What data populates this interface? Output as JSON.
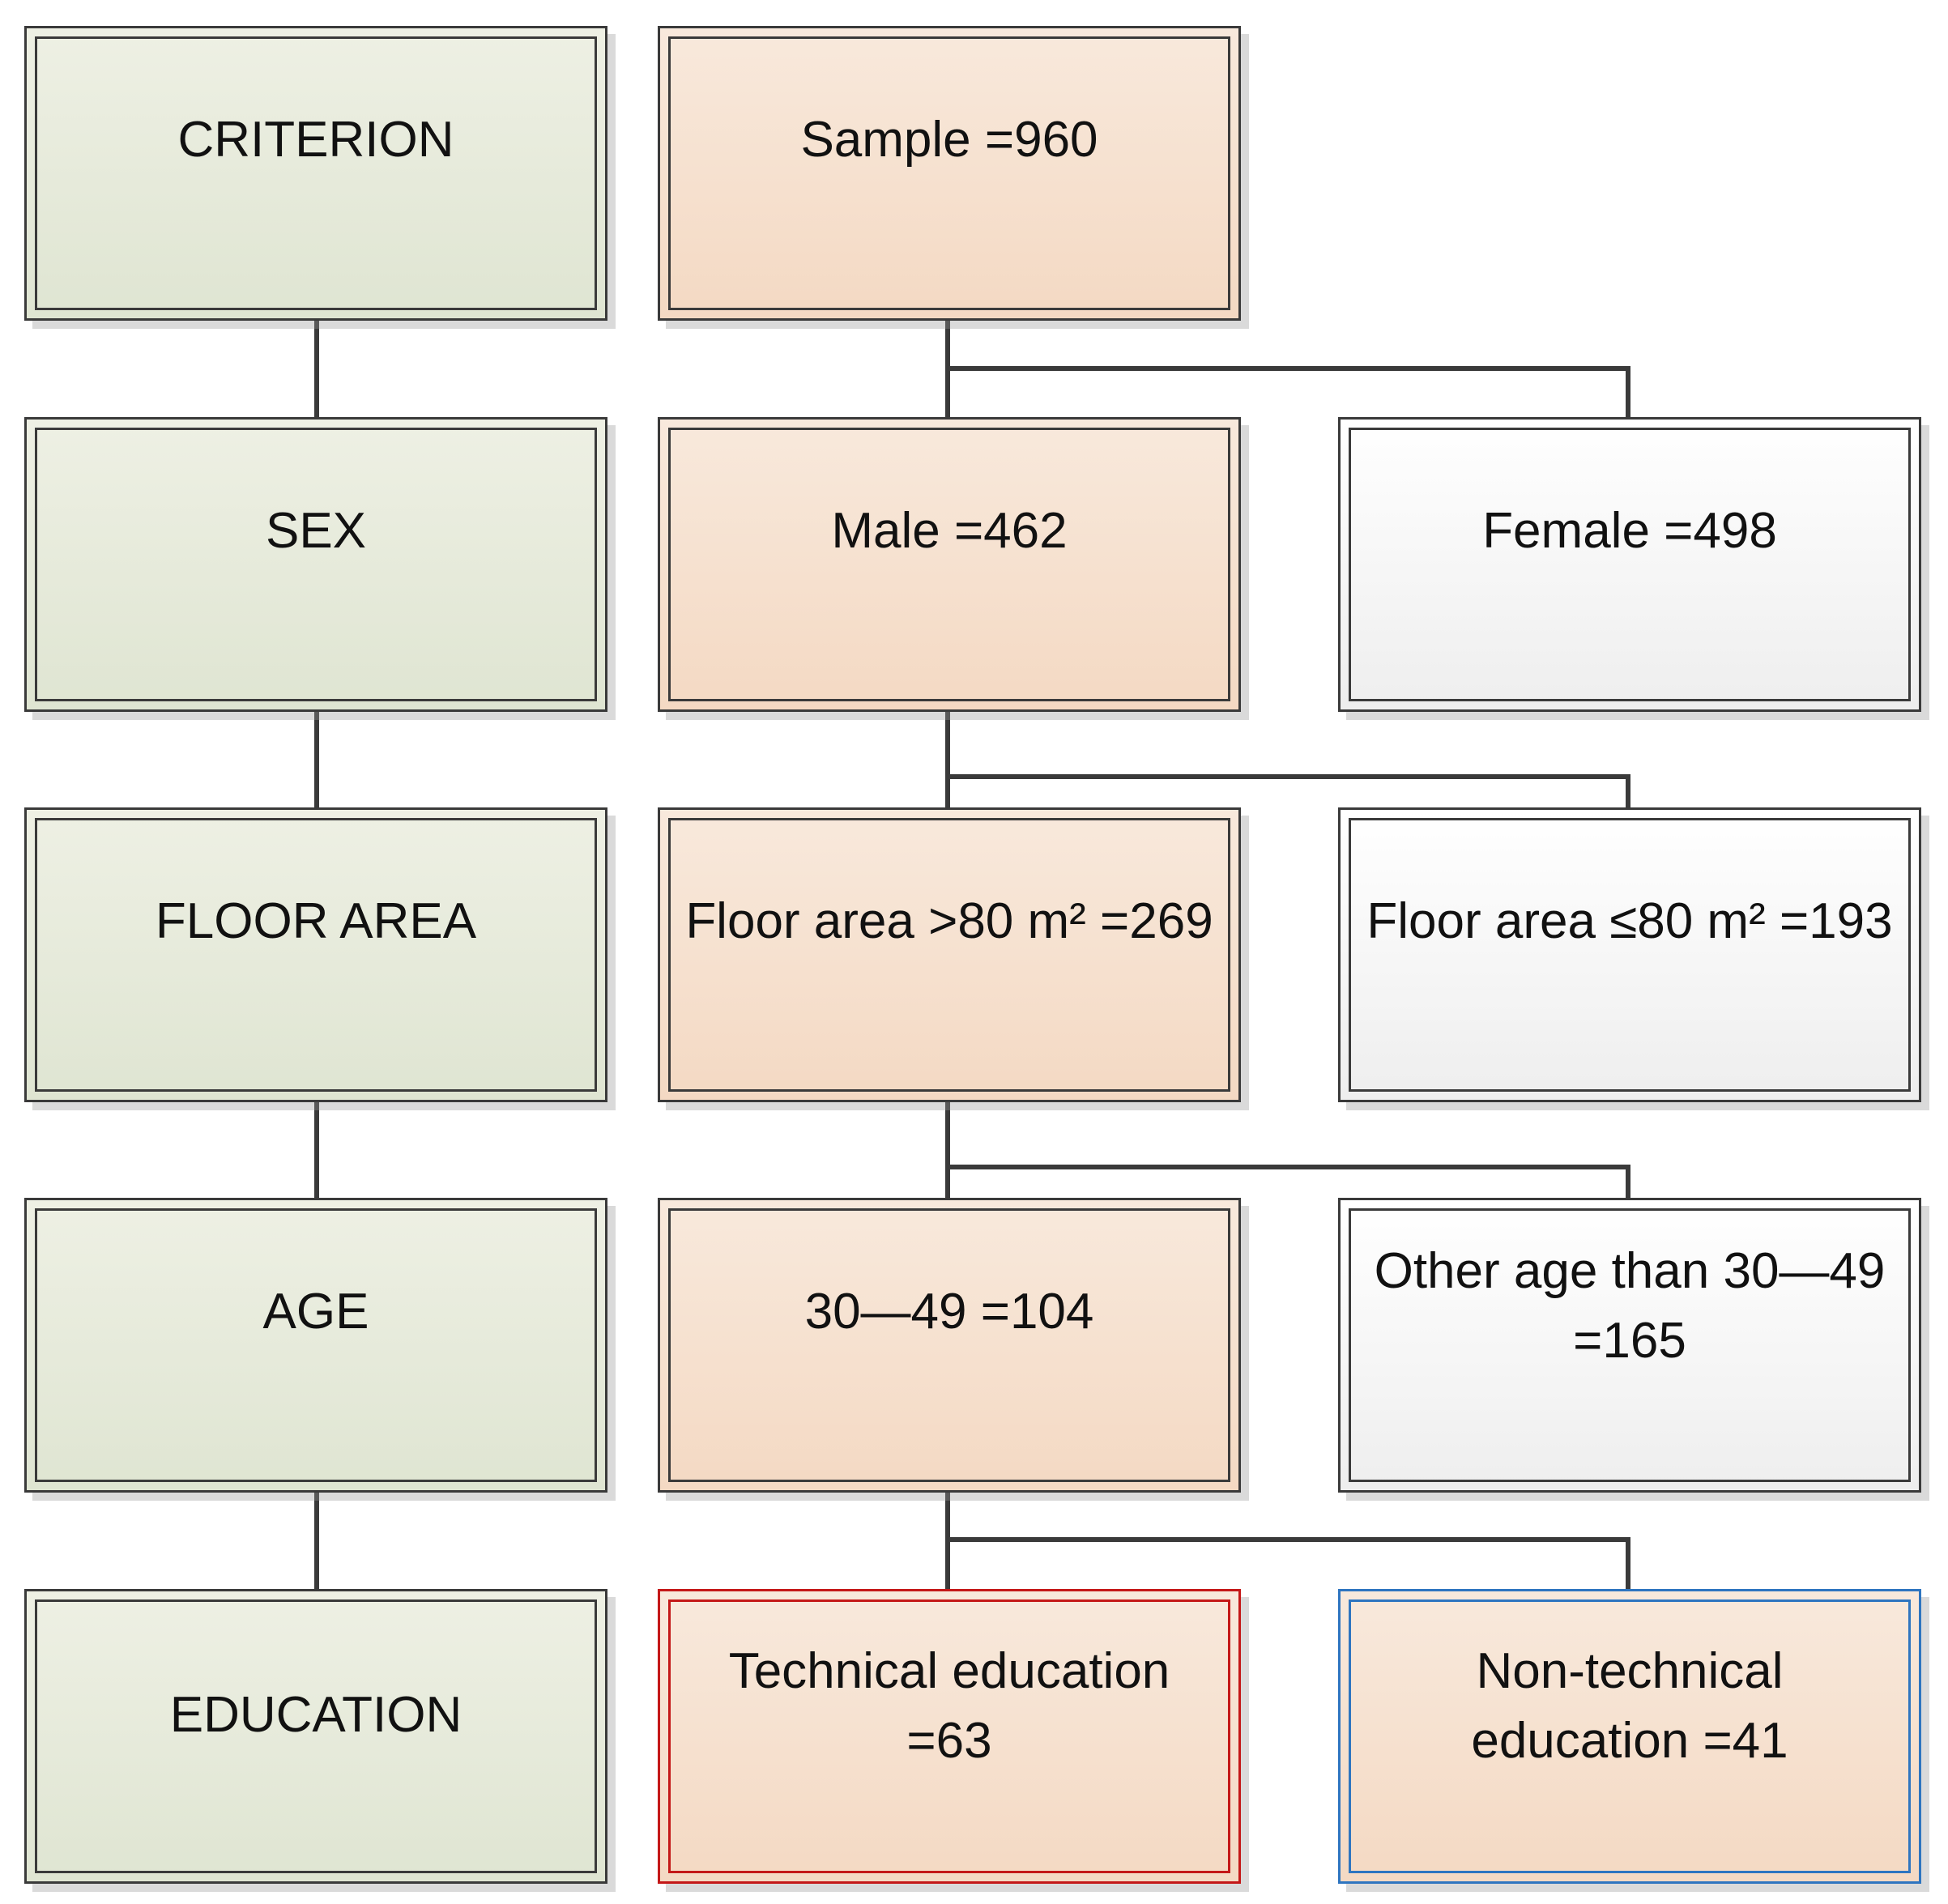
{
  "criteria": {
    "title": "CRITERION",
    "levels": [
      "SEX",
      "FLOOR AREA",
      "AGE",
      "EDUCATION"
    ]
  },
  "tree": {
    "root": "Sample =960",
    "sex": {
      "selected": "Male =462",
      "other": "Female =498"
    },
    "floor_area": {
      "selected": "Floor area >80 m²  =269",
      "other": "Floor area ≤80 m²  =193"
    },
    "age": {
      "selected": "30—49 =104",
      "other": "Other age than 30—49\n=165"
    },
    "education": {
      "technical": "Technical education\n=63",
      "non_technical": "Non-technical\neducation =41"
    }
  },
  "colors": {
    "criterion_fill": "#e5ead9",
    "selected_fill": "#f6e0cf",
    "other_fill": "#f5f5f5",
    "technical_border": "#c41818",
    "non_technical_border": "#2e75c0",
    "line": "#3a3a3a"
  }
}
